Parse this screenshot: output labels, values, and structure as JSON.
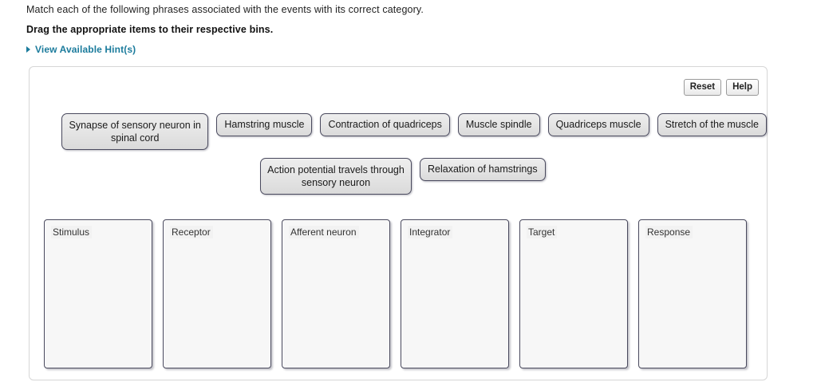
{
  "prompt": {
    "question": "Match each of the following phrases associated with the events with its correct category.",
    "instruction": "Drag the appropriate items to their respective bins.",
    "hint_link": "View Available Hint(s)",
    "hint_caret_icon": "caret-right-icon"
  },
  "toolbar": {
    "reset_label": "Reset",
    "help_label": "Help"
  },
  "drag_items": {
    "row1": [
      {
        "label": "Synapse of sensory neuron in spinal cord",
        "multiline": true
      },
      {
        "label": "Hamstring muscle",
        "multiline": false
      },
      {
        "label": "Contraction of quadriceps",
        "multiline": false
      },
      {
        "label": "Muscle spindle",
        "multiline": false
      },
      {
        "label": "Quadriceps muscle",
        "multiline": false
      },
      {
        "label": "Stretch of the muscle",
        "multiline": false
      }
    ],
    "row2": [
      {
        "label": "Action potential travels through sensory neuron",
        "multiline": true
      },
      {
        "label": "Relaxation of hamstrings",
        "multiline": false
      }
    ]
  },
  "bins": [
    {
      "label": "Stimulus"
    },
    {
      "label": "Receptor"
    },
    {
      "label": "Afferent neuron"
    },
    {
      "label": "Integrator"
    },
    {
      "label": "Target"
    },
    {
      "label": "Response"
    }
  ],
  "colors": {
    "link": "#1b7b9c",
    "item_border": "#4a4a5e",
    "item_fill": "#e3e3e3",
    "bin_fill": "#f7f7f7",
    "panel_border": "#d6d6d6"
  }
}
